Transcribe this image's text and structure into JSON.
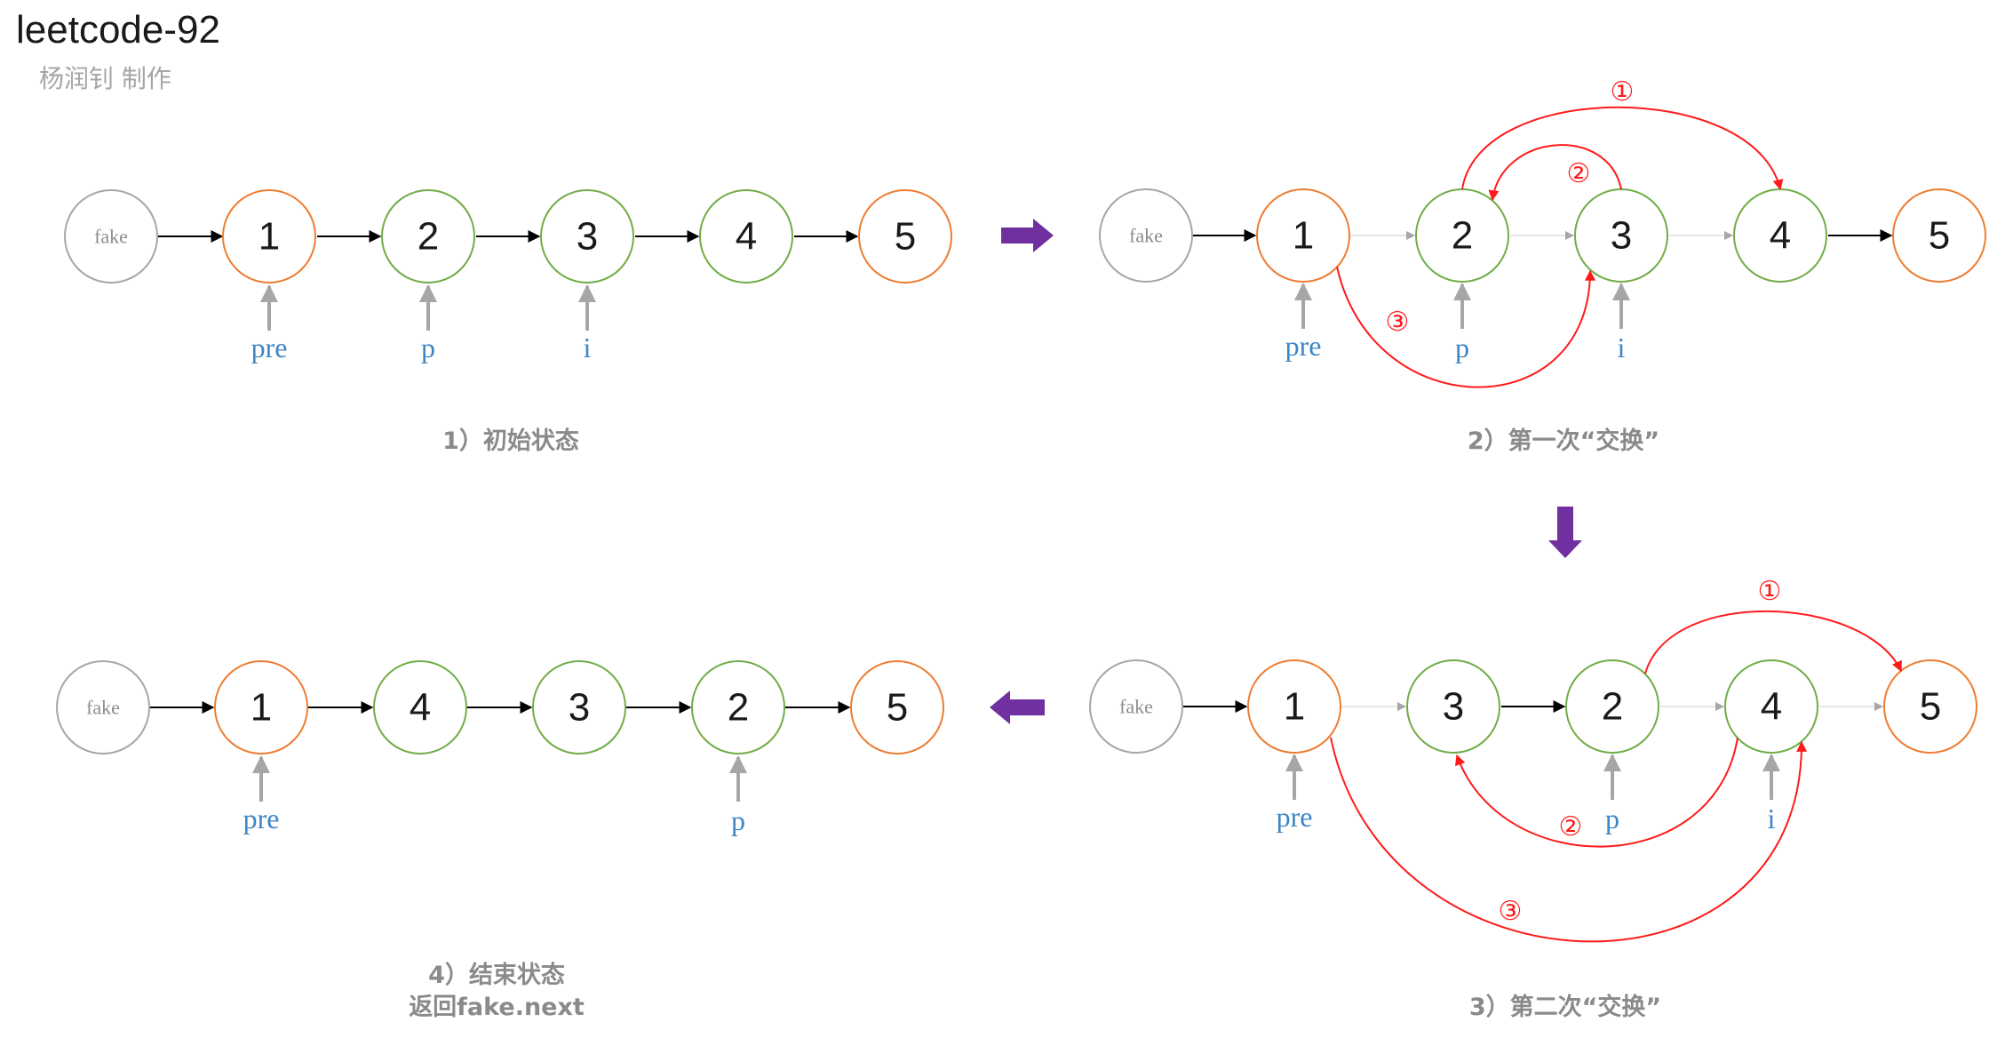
{
  "header": {
    "title": "leetcode-92",
    "author": "杨润钊 制作"
  },
  "colors": {
    "orange": "#ed7d31",
    "green": "#70ad47",
    "gray": "#a6a6a6",
    "pointer_blue": "#3d86c6",
    "swap_red": "#ff1a1a",
    "transition_purple": "#7030a0"
  },
  "labels": {
    "fake": "fake",
    "pre": "pre",
    "p": "p",
    "i": "i",
    "step1": "①",
    "step2": "②",
    "step3": "③"
  },
  "panels": [
    {
      "id": "initial",
      "caption": "1）初始状态",
      "nodes": [
        "1",
        "2",
        "3",
        "4",
        "5"
      ]
    },
    {
      "id": "first-swap",
      "caption": "2）第一次“交换”",
      "nodes": [
        "1",
        "2",
        "3",
        "4",
        "5"
      ]
    },
    {
      "id": "second-swap",
      "caption": "3）第二次“交换”",
      "nodes": [
        "1",
        "3",
        "2",
        "4",
        "5"
      ]
    },
    {
      "id": "final",
      "caption_line1": "4）结束状态",
      "caption_line2": "返回fake.next",
      "nodes": [
        "1",
        "4",
        "3",
        "2",
        "5"
      ]
    }
  ]
}
